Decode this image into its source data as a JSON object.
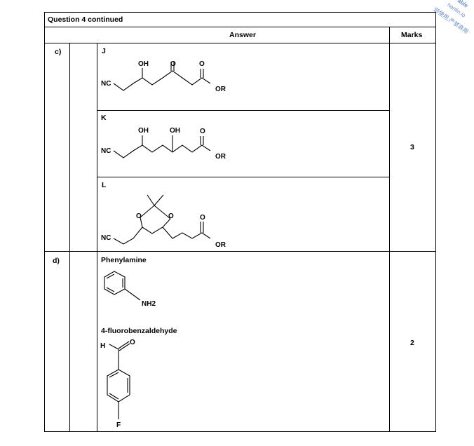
{
  "table": {
    "title": "Question 4 continued",
    "col_answer": "Answer",
    "col_marks": "Marks"
  },
  "rows": [
    {
      "part": "c)",
      "marks": "3",
      "structures": [
        {
          "label": "J",
          "atoms": {
            "oh1": "OH",
            "o1": "O",
            "nc": "NC",
            "or": "OR"
          }
        },
        {
          "label": "K",
          "atoms": {
            "oh1": "OH",
            "oh2": "OH",
            "o1": "O",
            "nc": "NC",
            "or": "OR"
          }
        },
        {
          "label": "L",
          "atoms": {
            "o_ring1": "O",
            "o_ring2": "O",
            "o1": "O",
            "nc": "NC",
            "or": "OR"
          }
        }
      ]
    },
    {
      "part": "d)",
      "marks": "2",
      "compounds": [
        {
          "name": "Phenylamine",
          "atoms": {
            "nh2": "NH2"
          }
        },
        {
          "name": "4-fluorobenzaldehyde",
          "atoms": {
            "h": "H",
            "o": "O",
            "f": "F"
          }
        }
      ]
    }
  ],
  "watermark": [
    "able",
    "hanlin.io",
    "部使用,严禁商用"
  ]
}
